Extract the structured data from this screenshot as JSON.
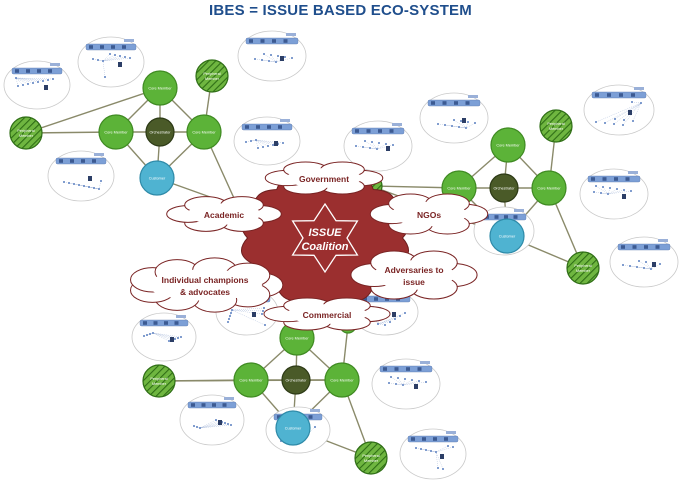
{
  "title": "IBES = ISSUE BASED ECO-SYSTEM",
  "center": {
    "line1": "ISSUE",
    "line2": "Coalition"
  },
  "clouds": {
    "government": "Government",
    "academic": "Academic",
    "ngos": "NGOs",
    "individual_line1": "Individual champions",
    "individual_line2": "& advocates",
    "adversaries_line1": "Adversaries to",
    "adversaries_line2": "issue",
    "commercial": "Commercial"
  },
  "node_labels": {
    "core": "Core Member",
    "orchestrator": "Orchestrator",
    "customer": "Customer",
    "peripheral_line1": "Peripheral",
    "peripheral_line2": "Member"
  },
  "colors": {
    "core": "#5cb338",
    "orchestrator": "#4a5a28",
    "customer": "#4fb3d1",
    "peripheral": "#4e9a2a",
    "center": "#9b2f2f",
    "title": "#1f4e8c",
    "thumb_bar": "#7c9fd6",
    "edge": "#8a8a6a"
  }
}
